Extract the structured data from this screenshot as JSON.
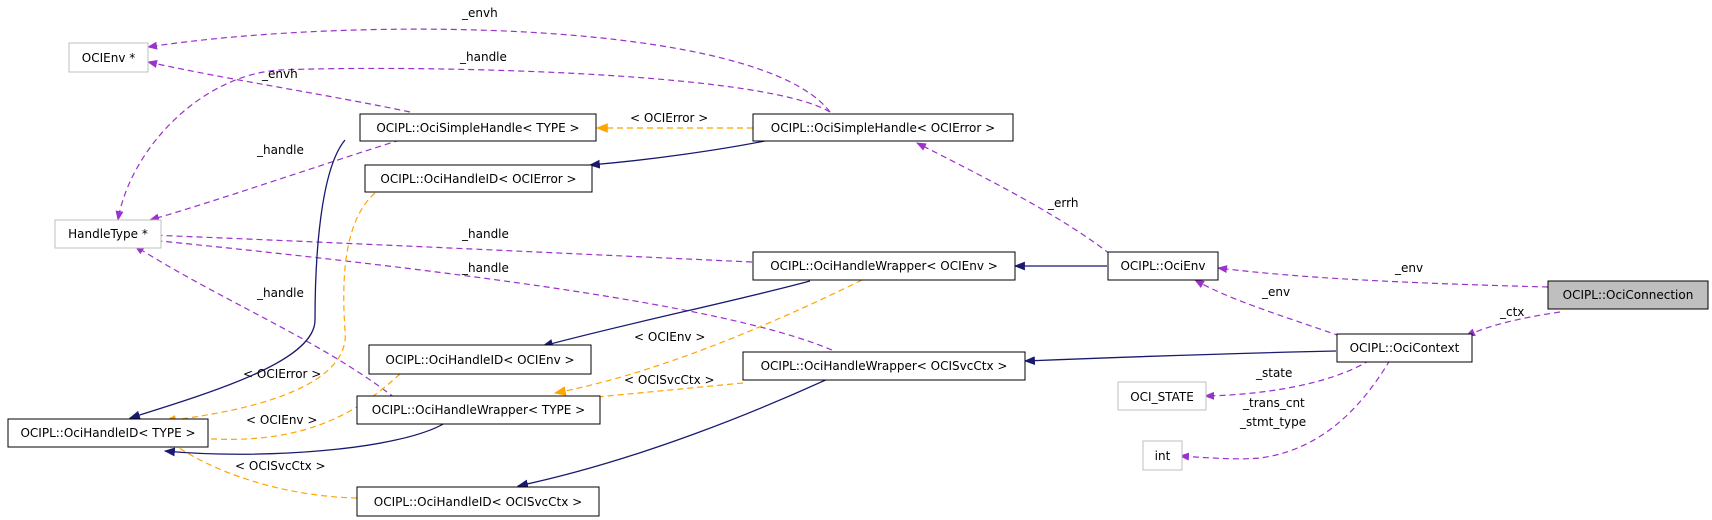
{
  "colors": {
    "usage_edge": "#9a32cd",
    "template_edge": "#ffa500",
    "inherit_edge": "#191970",
    "node_border": "#000000",
    "external_border": "#bfbfbf",
    "focus_fill": "#bfbfbf"
  },
  "nodes": {
    "ociEnvPtr": "OCIEnv *",
    "handleTypePtr": "HandleType *",
    "simpleHandleType": "OCIPL::OciSimpleHandle< TYPE >",
    "simpleHandleError": "OCIPL::OciSimpleHandle< OCIError >",
    "handleIdError": "OCIPL::OciHandleID< OCIError >",
    "handleWrapperEnv": "OCIPL::OciHandleWrapper< OCIEnv >",
    "ociEnv": "OCIPL::OciEnv",
    "ociConnection": "OCIPL::OciConnection",
    "ociContext": "OCIPL::OciContext",
    "handleIdEnv": "OCIPL::OciHandleID< OCIEnv >",
    "handleWrapperSvcCtx": "OCIPL::OciHandleWrapper< OCISvcCtx >",
    "handleWrapperType": "OCIPL::OciHandleWrapper< TYPE >",
    "handleIdType": "OCIPL::OciHandleID< TYPE >",
    "ociState": "OCI_STATE",
    "intType": "int",
    "handleIdSvcCtx": "OCIPL::OciHandleID< OCISvcCtx >"
  },
  "edge_labels": {
    "envh_top": "_envh",
    "envh_mid": "_envh",
    "handle_top": "_handle",
    "handle_left": "_handle",
    "ocierror_template": "< OCIError >",
    "errh": "_errh",
    "handle_mid1": "_handle",
    "handle_mid2": "_handle",
    "handle_low": "_handle",
    "env_conn": "_env",
    "env_ctx": "_env",
    "ctx": "_ctx",
    "ocienv_template": "< OCIEnv >",
    "ocisvcctx_template": "< OCISvcCtx >",
    "state": "_state",
    "trans_cnt": "_trans_cnt",
    "stmt_type": "_stmt_type",
    "ocierror_template2": "< OCIError >",
    "ocienv_template2": "< OCIEnv >",
    "ocisvcctx_template2": "< OCISvcCtx >"
  }
}
